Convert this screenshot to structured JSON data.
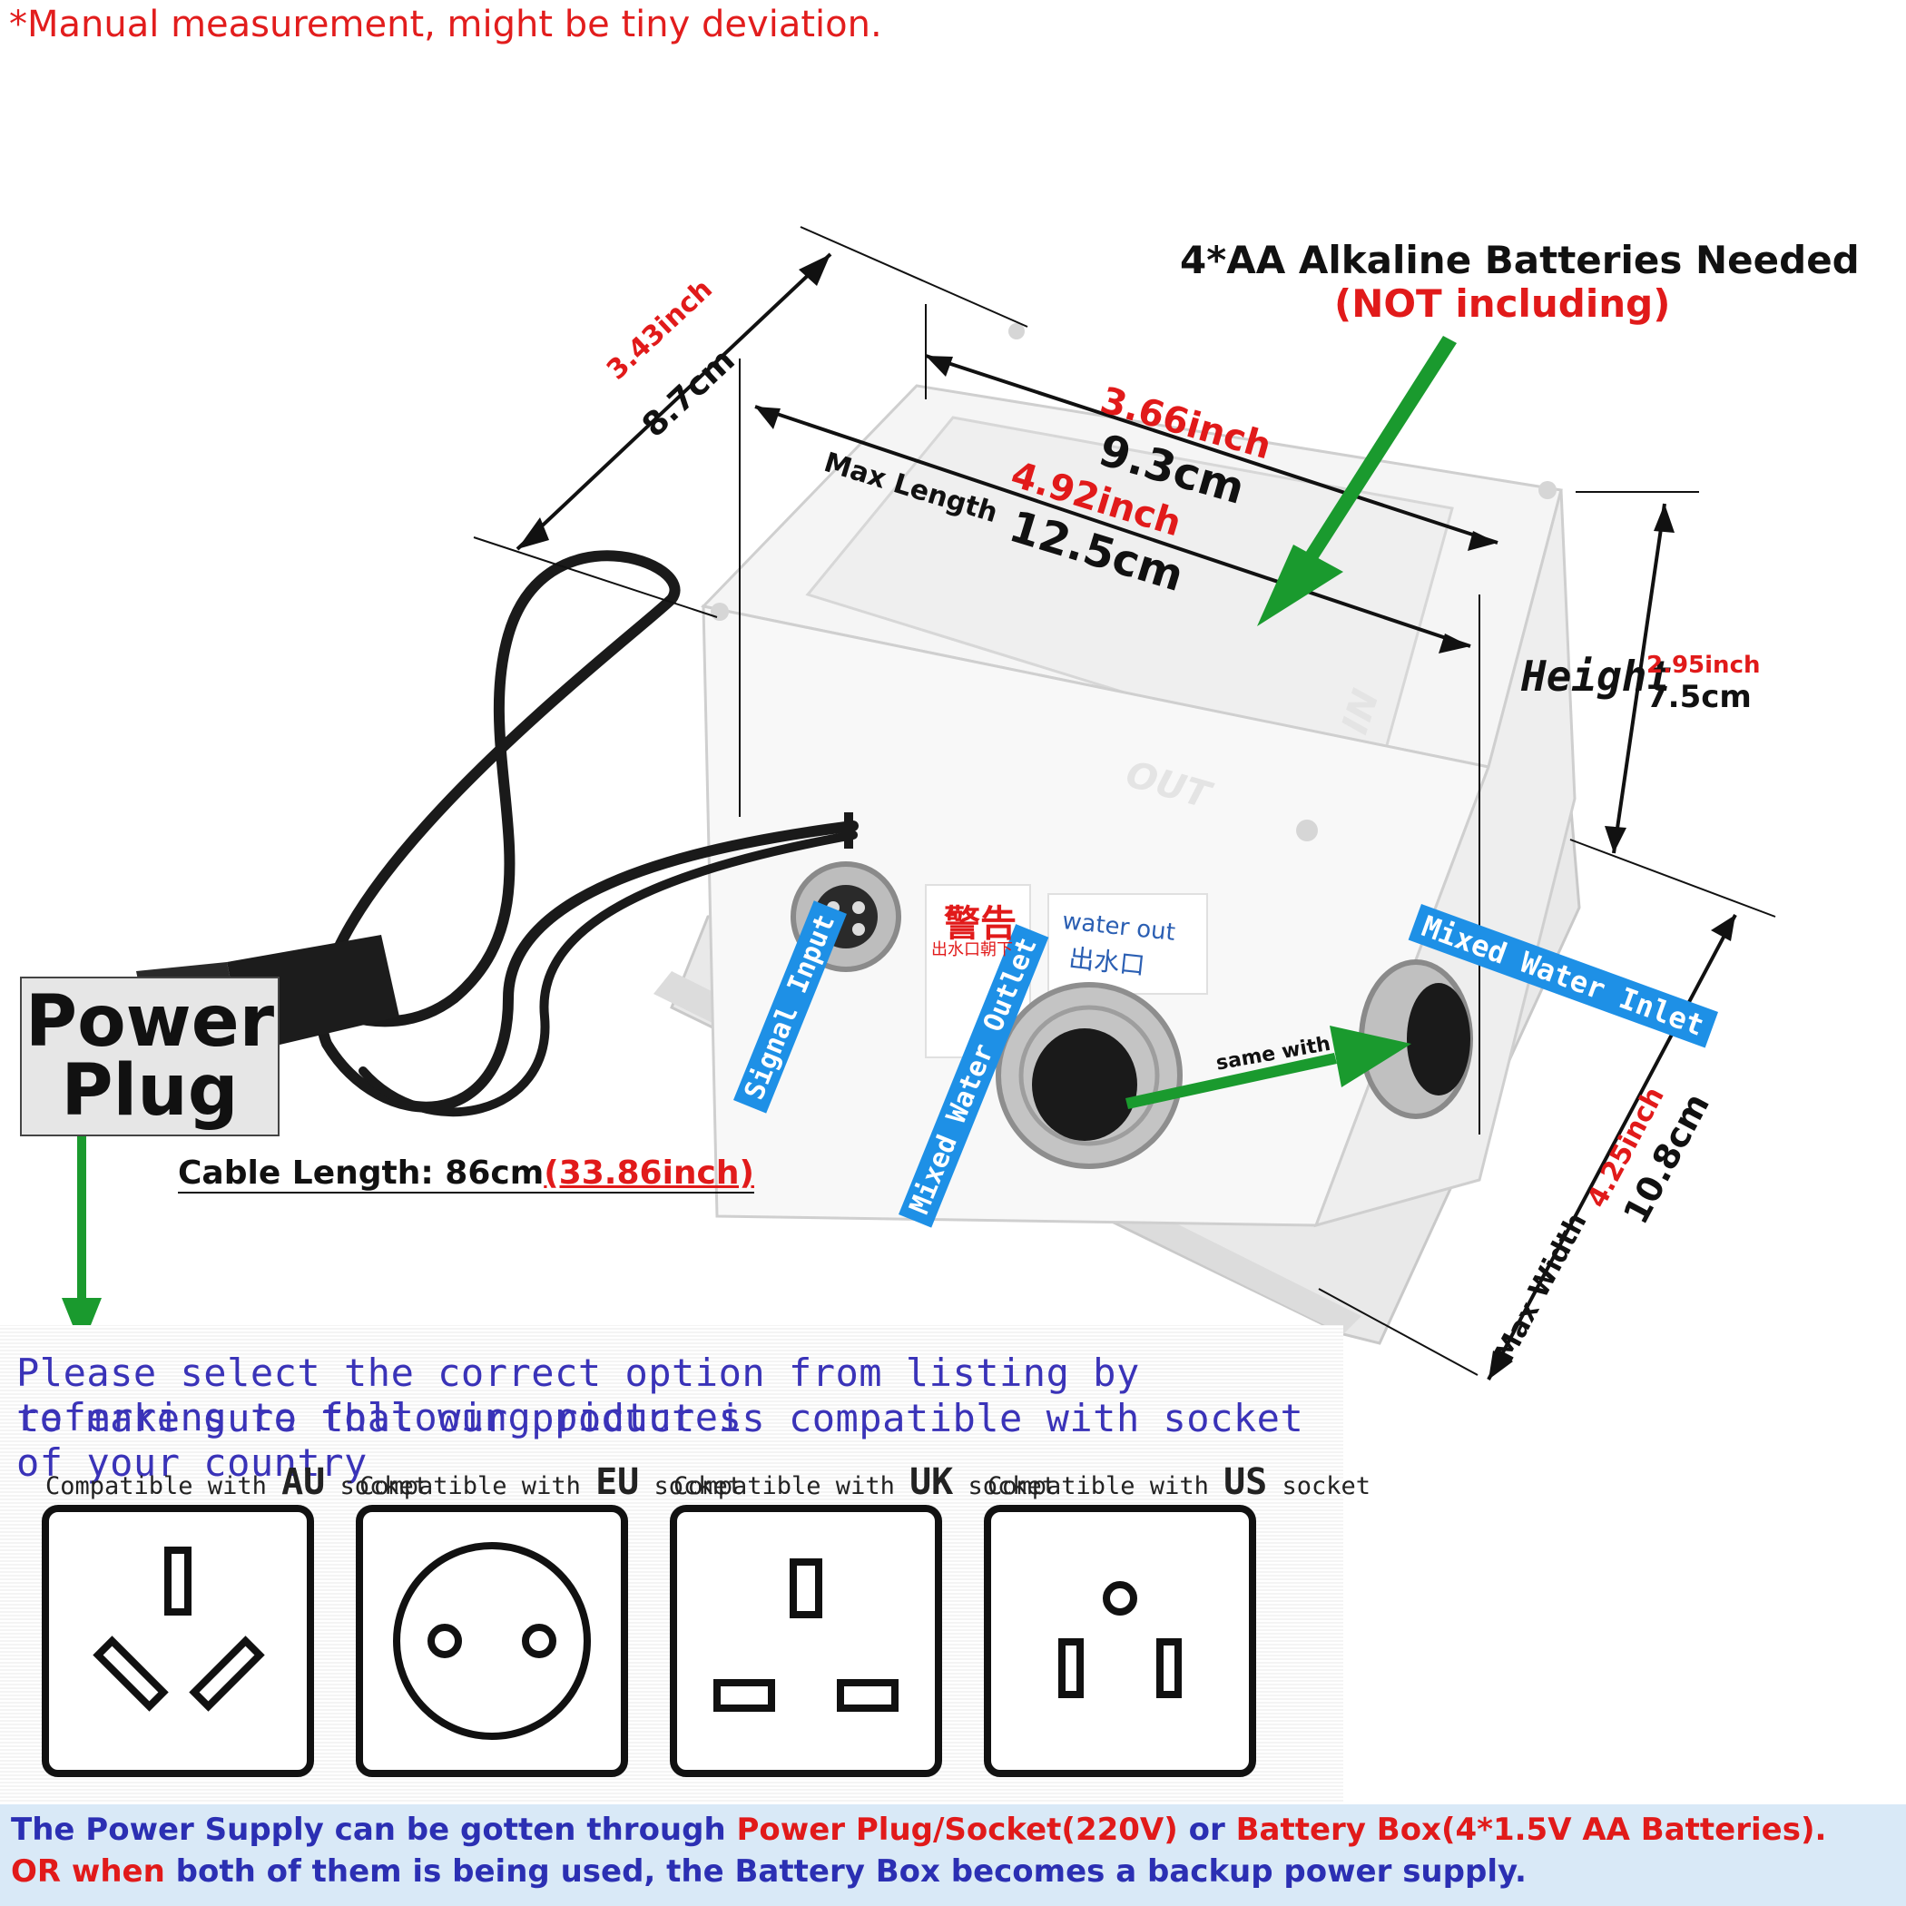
{
  "disclaimer": "*Manual measurement, might be tiny deviation.",
  "battery": {
    "title": "4*AA Alkaline Batteries Needed",
    "note": "(NOT including)"
  },
  "dimensions": {
    "depth_inch": "3.43inch",
    "depth_cm": "8.7cm",
    "top_inch": "3.66inch",
    "top_cm": "9.3cm",
    "max_length_label": "Max Length",
    "length_inch": "4.92inch",
    "length_cm": "12.5cm",
    "height_label": "Height",
    "height_inch": "2.95inch",
    "height_cm": "7.5cm",
    "max_width_label": "Max Width",
    "width_inch": "4.25inch",
    "width_cm": "10.8cm"
  },
  "product_labels": {
    "signal_input": "Signal Input",
    "mixed_water_outlet": "Mixed Water Outlet",
    "mixed_water_inlet": "Mixed Water Inlet",
    "same_with": "same with",
    "water_out_en": "water out",
    "water_out_cn": "出水口",
    "warning_cn": "警告",
    "warning_sub_cn": "出水口朝下",
    "out_mark": "OUT",
    "in_mark": "IN"
  },
  "power_plug": {
    "line1": "Power",
    "line2": "Plug",
    "cable_label": "Cable Length: 86cm",
    "cable_inch": "(33.86inch)"
  },
  "select_notice": {
    "line1": "Please select the correct option from listing by referring to following pictures",
    "line2": "to make sure that our product is compatible with socket of your country"
  },
  "sockets": [
    {
      "prefix": "Compatible with ",
      "region": "AU",
      "suffix": " socket"
    },
    {
      "prefix": "Compatible with ",
      "region": "EU",
      "suffix": " socket"
    },
    {
      "prefix": "Compatible with ",
      "region": "UK",
      "suffix": " socket"
    },
    {
      "prefix": "Compatible with ",
      "region": "US",
      "suffix": " socket"
    }
  ],
  "footer": {
    "l1_a": "The Power Supply can be gotten through ",
    "l1_b": "Power Plug/Socket(220V)",
    "l1_c": " or ",
    "l1_d": "Battery Box(4*1.5V AA Batteries).",
    "l2_a": "OR when",
    "l2_b": " both of them is being used, the Battery Box becomes a backup power supply."
  },
  "colors": {
    "accent_red": "#e11a1a",
    "label_blue": "#1e90e6",
    "arrow_green": "#1a9a2e",
    "text_blue": "#2b2fb3"
  }
}
